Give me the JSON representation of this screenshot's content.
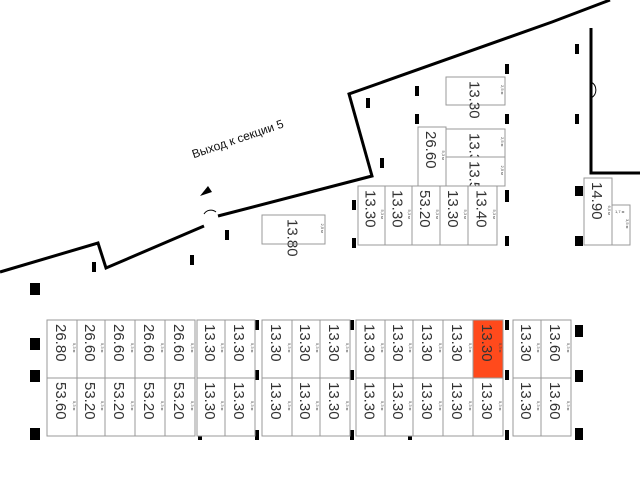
{
  "exit_label": "Выход к секции 5",
  "colors": {
    "selected": "#ff4a1c",
    "wall": "#000000",
    "unit_border": "#999999"
  },
  "upper_units": [
    {
      "area": "13.30",
      "dim": "2,5 м"
    },
    {
      "area": "26.60",
      "dim": "5,3 м"
    },
    {
      "area": "13.30",
      "dim": "2,5 м"
    },
    {
      "area": "13.50",
      "dim": "2,5 м"
    },
    {
      "area": "13.30",
      "dim": "5,3 м"
    },
    {
      "area": "13.30",
      "dim": "5,3 м"
    },
    {
      "area": "53.20",
      "dim": "5,3 м"
    },
    {
      "area": "13.30",
      "dim": "5,3 м"
    },
    {
      "area": "13.40",
      "dim": "5,3 м"
    },
    {
      "area": "13.80",
      "dim": "2,5 м"
    },
    {
      "area": "14.90",
      "dim": "6,0 м"
    },
    {
      "area": "",
      "dim": "3,5 м",
      "dim2": "1,7 м"
    }
  ],
  "top_row": [
    {
      "area": "26.80",
      "dim": "5,3 м"
    },
    {
      "area": "26.60",
      "dim": "5,3 м"
    },
    {
      "area": "26.60",
      "dim": "5,3 м"
    },
    {
      "area": "26.60",
      "dim": "5,3 м"
    },
    {
      "area": "26.60",
      "dim": "5,3 м"
    },
    {
      "area": "13.30",
      "dim": "5,3 м"
    },
    {
      "area": "13.30",
      "dim": "5,3 м"
    },
    {
      "area": "13.30",
      "dim": "5,3 м"
    },
    {
      "area": "13.30",
      "dim": "5,3 м"
    },
    {
      "area": "13.30",
      "dim": "5,3 м"
    },
    {
      "area": "13.30",
      "dim": "5,3 м"
    },
    {
      "area": "13.30",
      "dim": "5,3 м"
    },
    {
      "area": "13.30",
      "dim": "5,3 м"
    },
    {
      "area": "13.30",
      "dim": "5,3 м"
    },
    {
      "area": "13.30",
      "dim": "5,3 м",
      "selected": true
    },
    {
      "area": "13.30",
      "dim": "5,3 м"
    },
    {
      "area": "13.60",
      "dim": "5,3 м"
    }
  ],
  "bottom_row": [
    {
      "area": "53.60",
      "dim": "5,3 м"
    },
    {
      "area": "53.20",
      "dim": "5,3 м"
    },
    {
      "area": "53.20",
      "dim": "5,3 м"
    },
    {
      "area": "53.20",
      "dim": "5,3 м"
    },
    {
      "area": "53.20",
      "dim": "5,3 м"
    },
    {
      "area": "13.30",
      "dim": "5,3 м"
    },
    {
      "area": "13.30",
      "dim": "5,3 м"
    },
    {
      "area": "13.30",
      "dim": "5,3 м"
    },
    {
      "area": "13.30",
      "dim": "5,3 м"
    },
    {
      "area": "13.30",
      "dim": "5,3 м"
    },
    {
      "area": "13.30",
      "dim": "5,3 м"
    },
    {
      "area": "13.30",
      "dim": "5,3 м"
    },
    {
      "area": "13.30",
      "dim": "5,3 м"
    },
    {
      "area": "13.30",
      "dim": "5,3 м"
    },
    {
      "area": "13.30",
      "dim": "5,3 м"
    },
    {
      "area": "13.30",
      "dim": "5,3 м"
    },
    {
      "area": "13.60",
      "dim": "5,3 м"
    }
  ]
}
